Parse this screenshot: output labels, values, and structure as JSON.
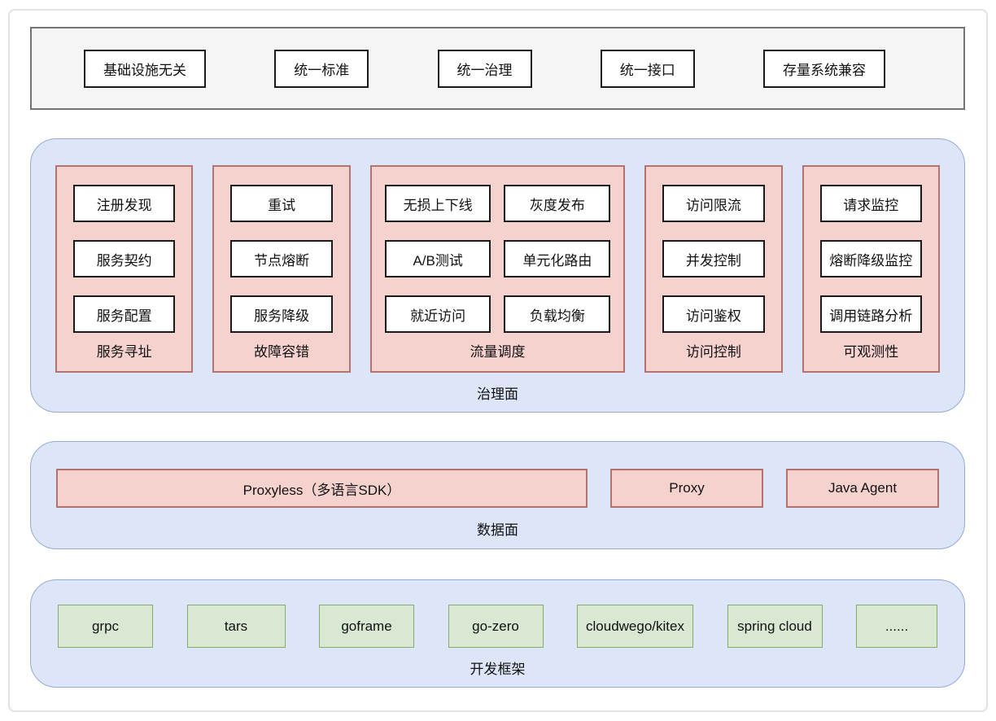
{
  "top_bar": {
    "items": [
      "基础设施无关",
      "统一标准",
      "统一治理",
      "统一接口",
      "存量系统兼容"
    ]
  },
  "governance_plane": {
    "label": "治理面",
    "groups": [
      {
        "label": "服务寻址",
        "items": [
          "注册发现",
          "服务契约",
          "服务配置"
        ]
      },
      {
        "label": "故障容错",
        "items": [
          "重试",
          "节点熔断",
          "服务降级"
        ]
      },
      {
        "label": "流量调度",
        "items": [
          "无损上下线",
          "灰度发布",
          "A/B测试",
          "单元化路由",
          "就近访问",
          "负载均衡"
        ]
      },
      {
        "label": "访问控制",
        "items": [
          "访问限流",
          "并发控制",
          "访问鉴权"
        ]
      },
      {
        "label": "可观测性",
        "items": [
          "请求监控",
          "熔断降级监控",
          "调用链路分析"
        ]
      }
    ]
  },
  "data_plane": {
    "label": "数据面",
    "items": [
      "Proxyless（多语言SDK）",
      "Proxy",
      "Java Agent"
    ]
  },
  "dev_framework": {
    "label": "开发框架",
    "items": [
      "grpc",
      "tars",
      "goframe",
      "go-zero",
      "cloudwego/kitex",
      "spring cloud",
      "......"
    ]
  },
  "colors": {
    "plane_fill": "#dce6f8",
    "plane_border": "#97a9d4",
    "pink_fill": "#f6d2cf",
    "pink_border": "#b3736f",
    "green_fill": "#d9e8d2",
    "green_border": "#85ab69",
    "top_bar_fill": "#f5f5f5",
    "top_bar_border": "#737373",
    "box_border": "#1a1a1a"
  }
}
